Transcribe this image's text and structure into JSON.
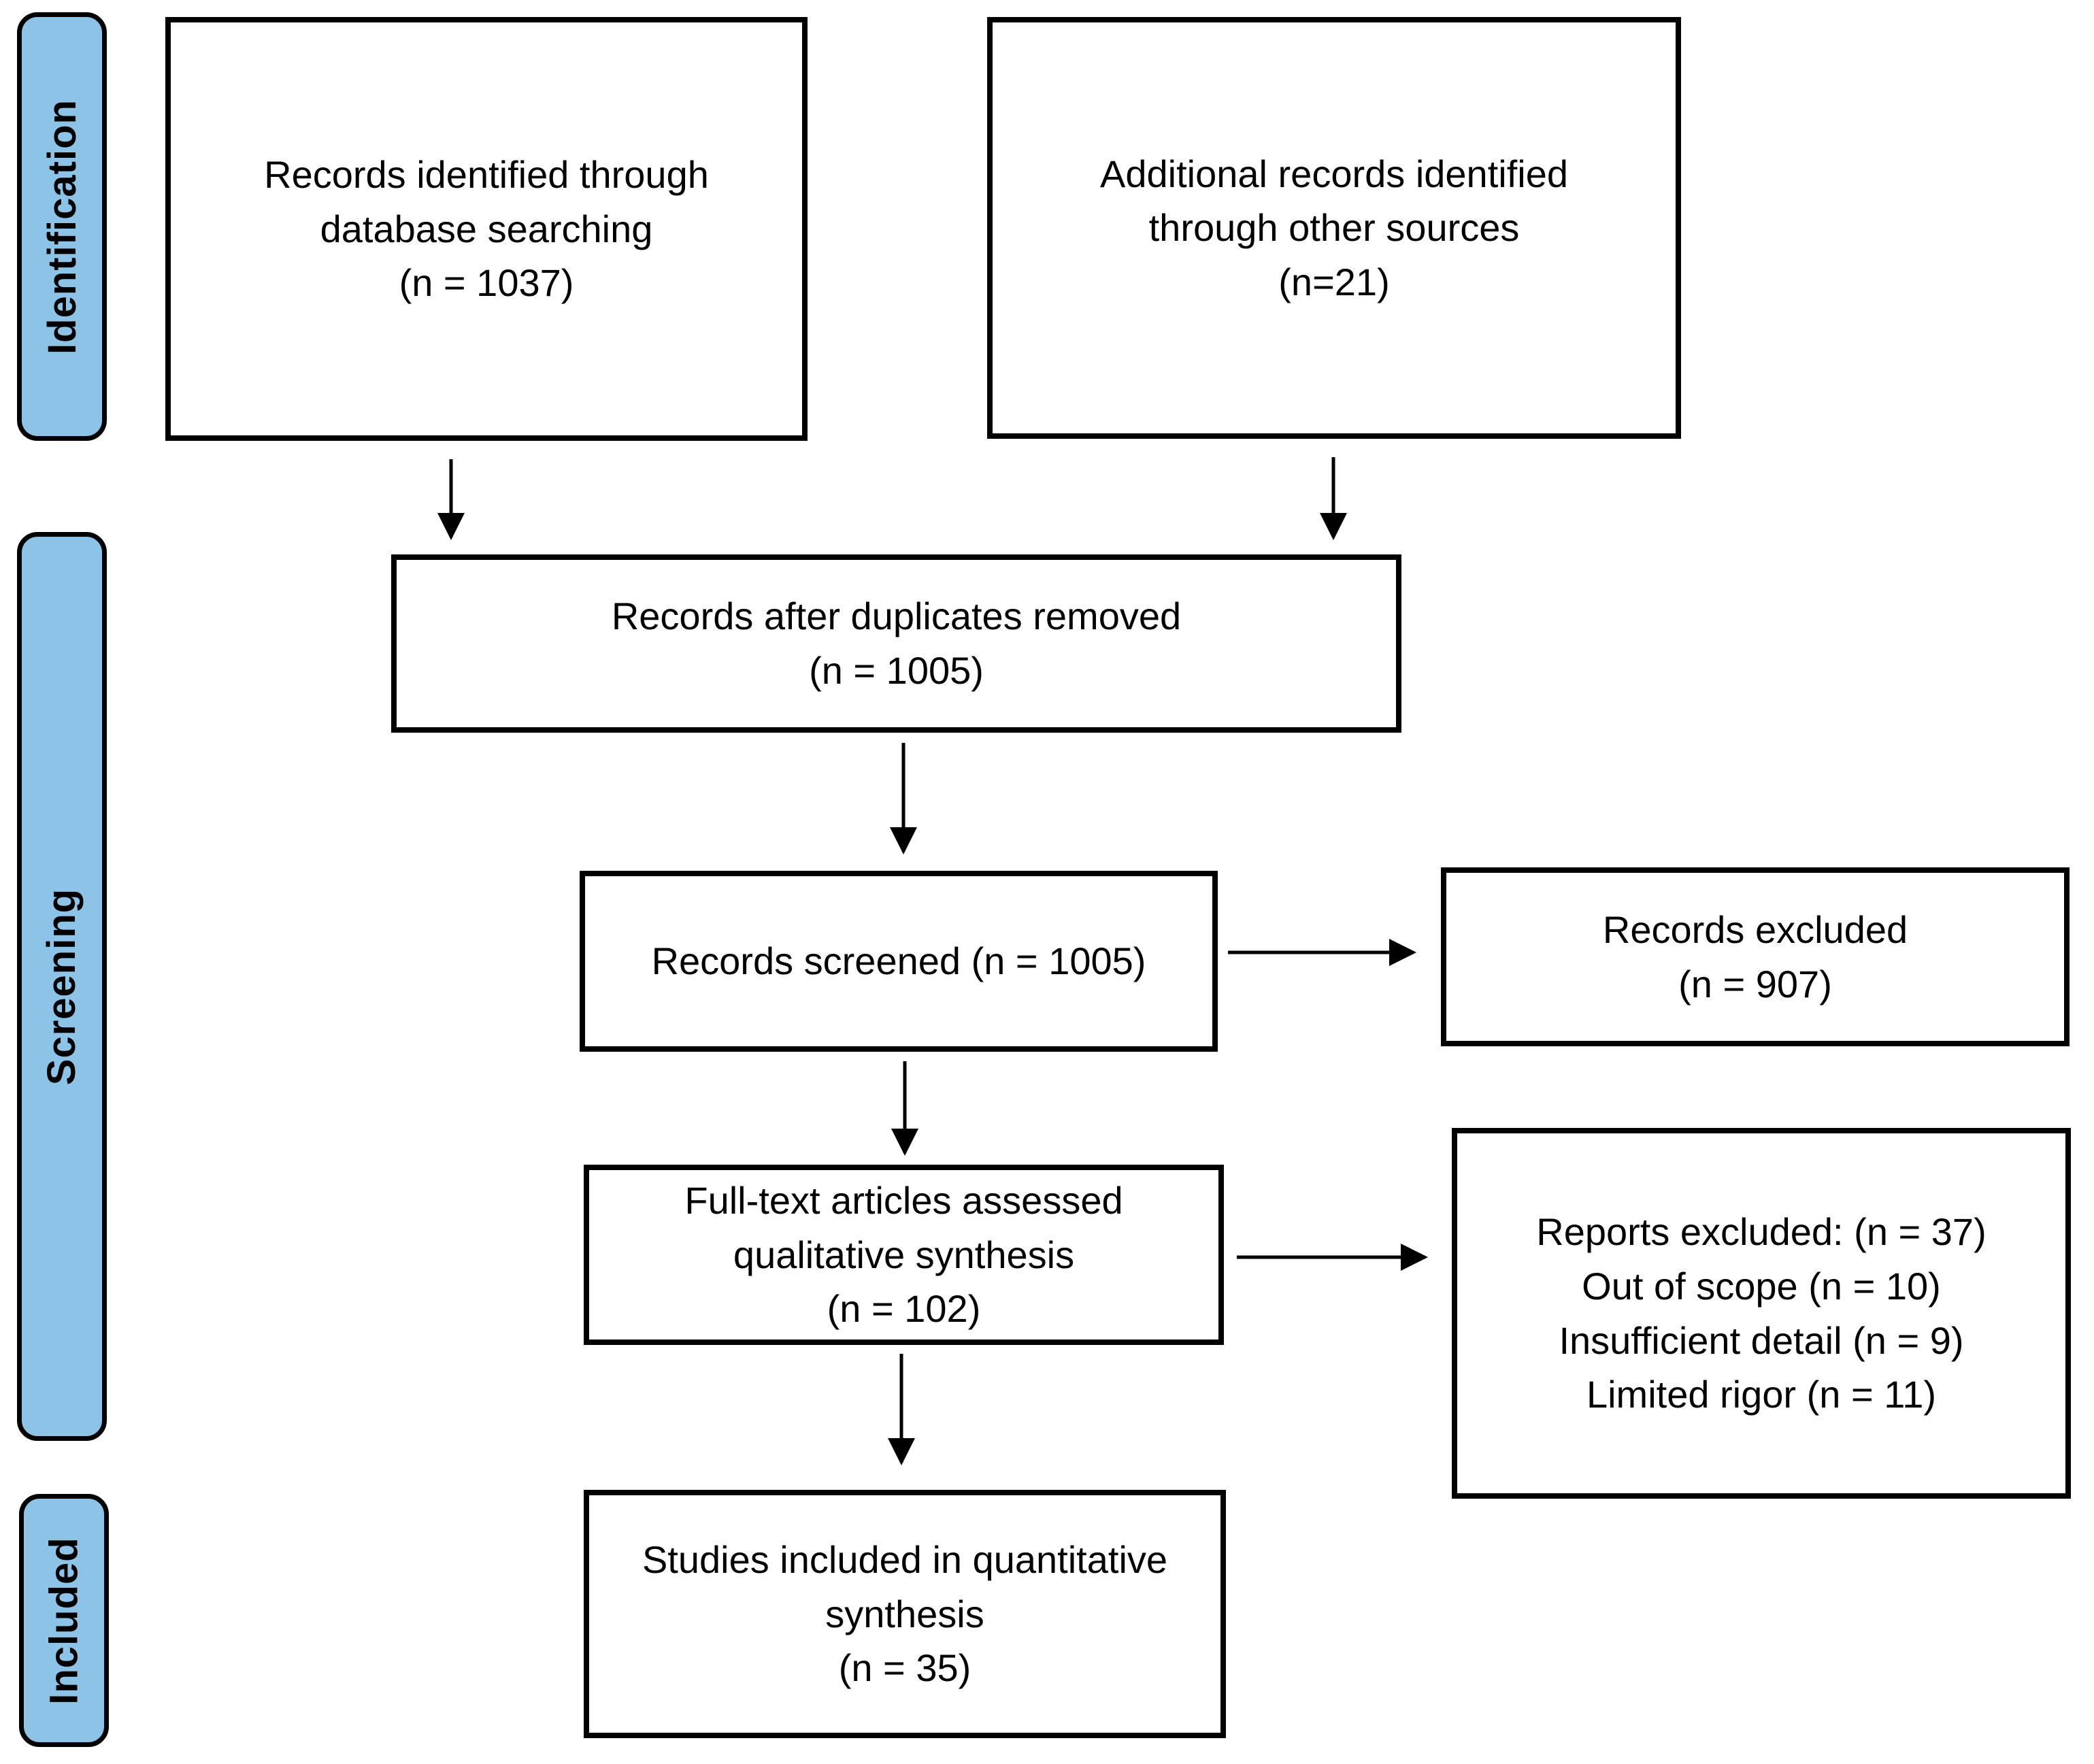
{
  "stage_labels": {
    "identification": "Identification",
    "screening": "Screening",
    "included": "Included"
  },
  "boxes": {
    "records_identified": "Records identified through\ndatabase searching\n(n = 1037)",
    "additional_records": "Additional records identified\nthrough other sources\n(n=21)",
    "after_duplicates": "Records after duplicates removed\n(n = 1005)",
    "records_screened": "Records screened (n = 1005)",
    "records_excluded": "Records excluded\n(n = 907)",
    "fulltext_assessed": "Full-text articles assessed\nqualitative synthesis\n(n = 102)",
    "reports_excluded": "Reports excluded: (n = 37)\nOut of scope (n = 10)\nInsufficient detail (n = 9)\nLimited rigor (n = 11)",
    "studies_included": "Studies included in quantitative\nsynthesis\n(n = 35)"
  },
  "colors": {
    "stage_fill": "#8CC3E6",
    "box_border": "#000000",
    "text": "#000000",
    "background": "#FFFFFF"
  }
}
